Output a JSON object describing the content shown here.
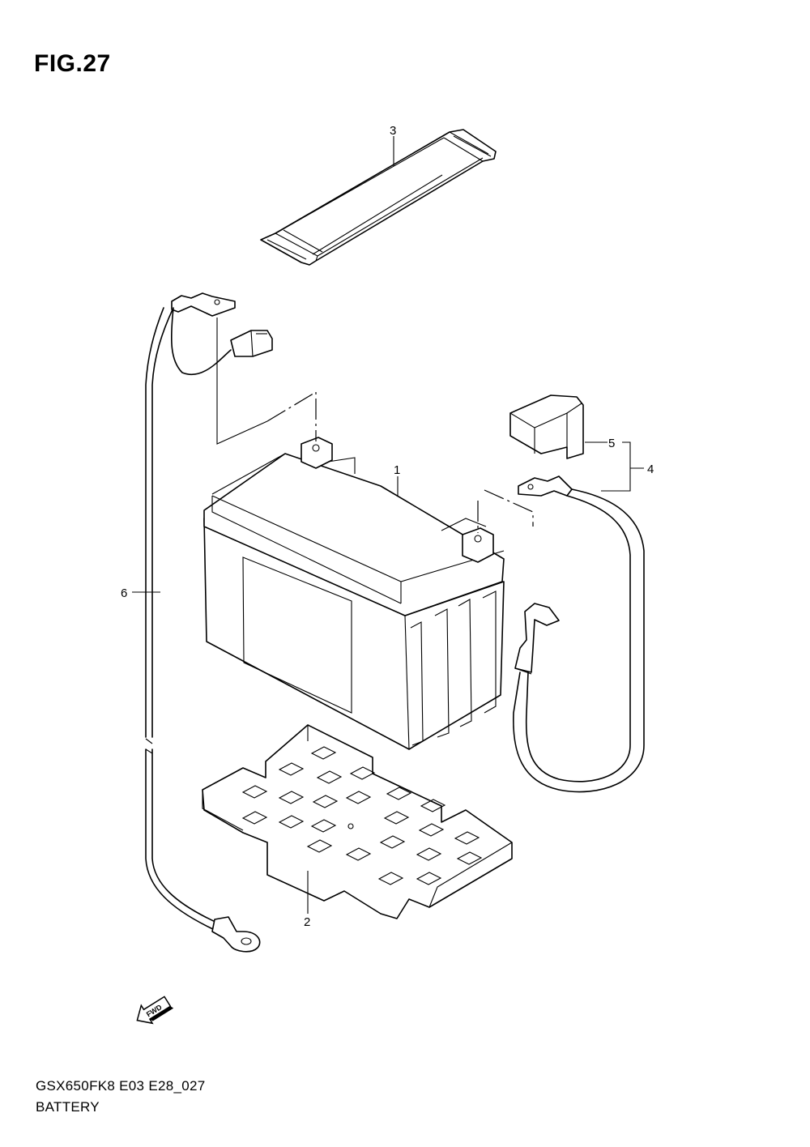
{
  "figure": {
    "title": "FIG.27"
  },
  "footer": {
    "model_code": "GSX650FK8 E03 E28_027",
    "name": "BATTERY"
  },
  "callouts": [
    {
      "id": "1",
      "label": "1"
    },
    {
      "id": "2",
      "label": "2"
    },
    {
      "id": "3",
      "label": "3"
    },
    {
      "id": "4",
      "label": "4"
    },
    {
      "id": "5",
      "label": "5"
    },
    {
      "id": "6",
      "label": "6"
    }
  ],
  "direction_badge": {
    "label": "FWD"
  }
}
